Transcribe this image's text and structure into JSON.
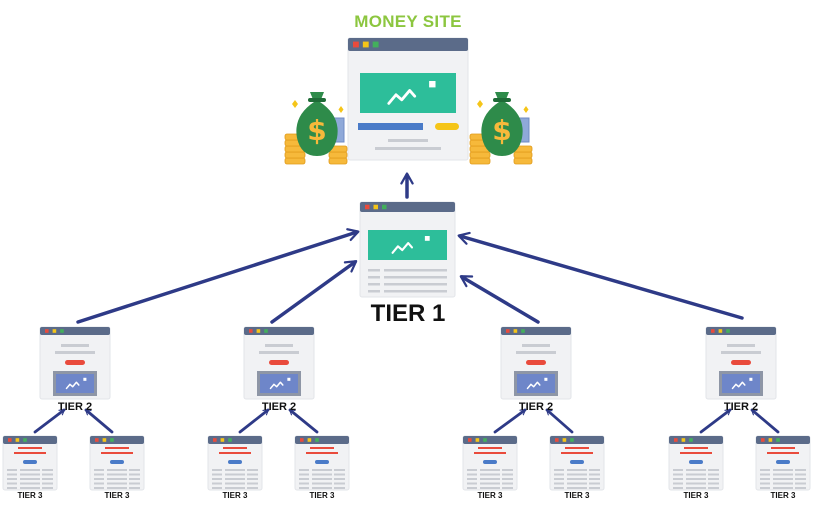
{
  "money_site": {
    "label": "MONEY SITE"
  },
  "tier1": {
    "label": "TIER 1"
  },
  "tier2": {
    "label": "TIER 2",
    "count": 4
  },
  "tier3": {
    "label": "TIER 3",
    "count": 8
  },
  "icons": {
    "website": "browser-window-icon",
    "money": "money-bag-icon",
    "image": "image-placeholder-icon",
    "arrow": "arrow-up-icon"
  },
  "colors": {
    "money_label": "#8CC63F",
    "arrow": "#2E3A87",
    "window_bar": "#5B6B89",
    "image_green": "#2DBE9A",
    "image_blue": "#6E86C9",
    "dot_red": "#E94B3C",
    "dot_yellow": "#F5C518",
    "dot_green": "#43B05C",
    "money_bag": "#2E8B4A",
    "coin": "#F6B93B"
  }
}
